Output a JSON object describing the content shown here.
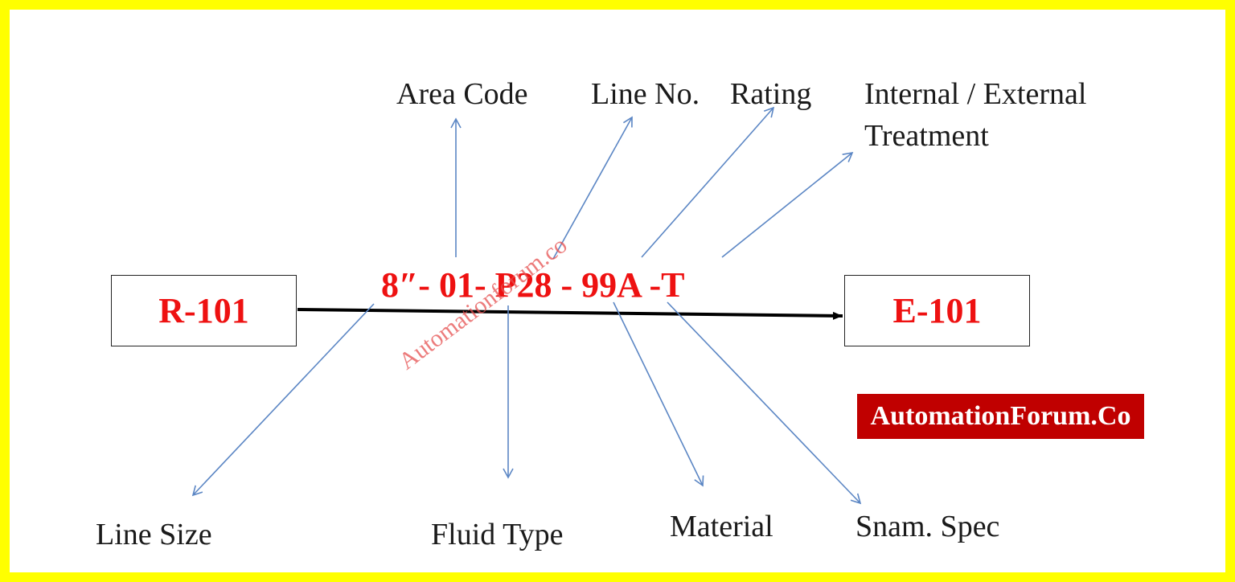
{
  "diagram": {
    "source_equipment": "R-101",
    "destination_equipment": "E-101",
    "line_code": "8″- 01- P28 - 99A -T",
    "top_labels": [
      "Area Code",
      "Line No.",
      "Rating",
      "Internal / External",
      "Treatment"
    ],
    "bottom_labels": [
      "Line Size",
      "Fluid Type",
      "Material",
      "Snam. Spec"
    ],
    "watermark": "Automationforum.co",
    "brand": "AutomationForum.Co"
  },
  "colors": {
    "frame": "#ffff00",
    "code_text": "#ee1111",
    "arrow": "#5b86c4",
    "brand_background": "#c00000",
    "brand_text": "#ffffff",
    "main_line": "#000000"
  }
}
